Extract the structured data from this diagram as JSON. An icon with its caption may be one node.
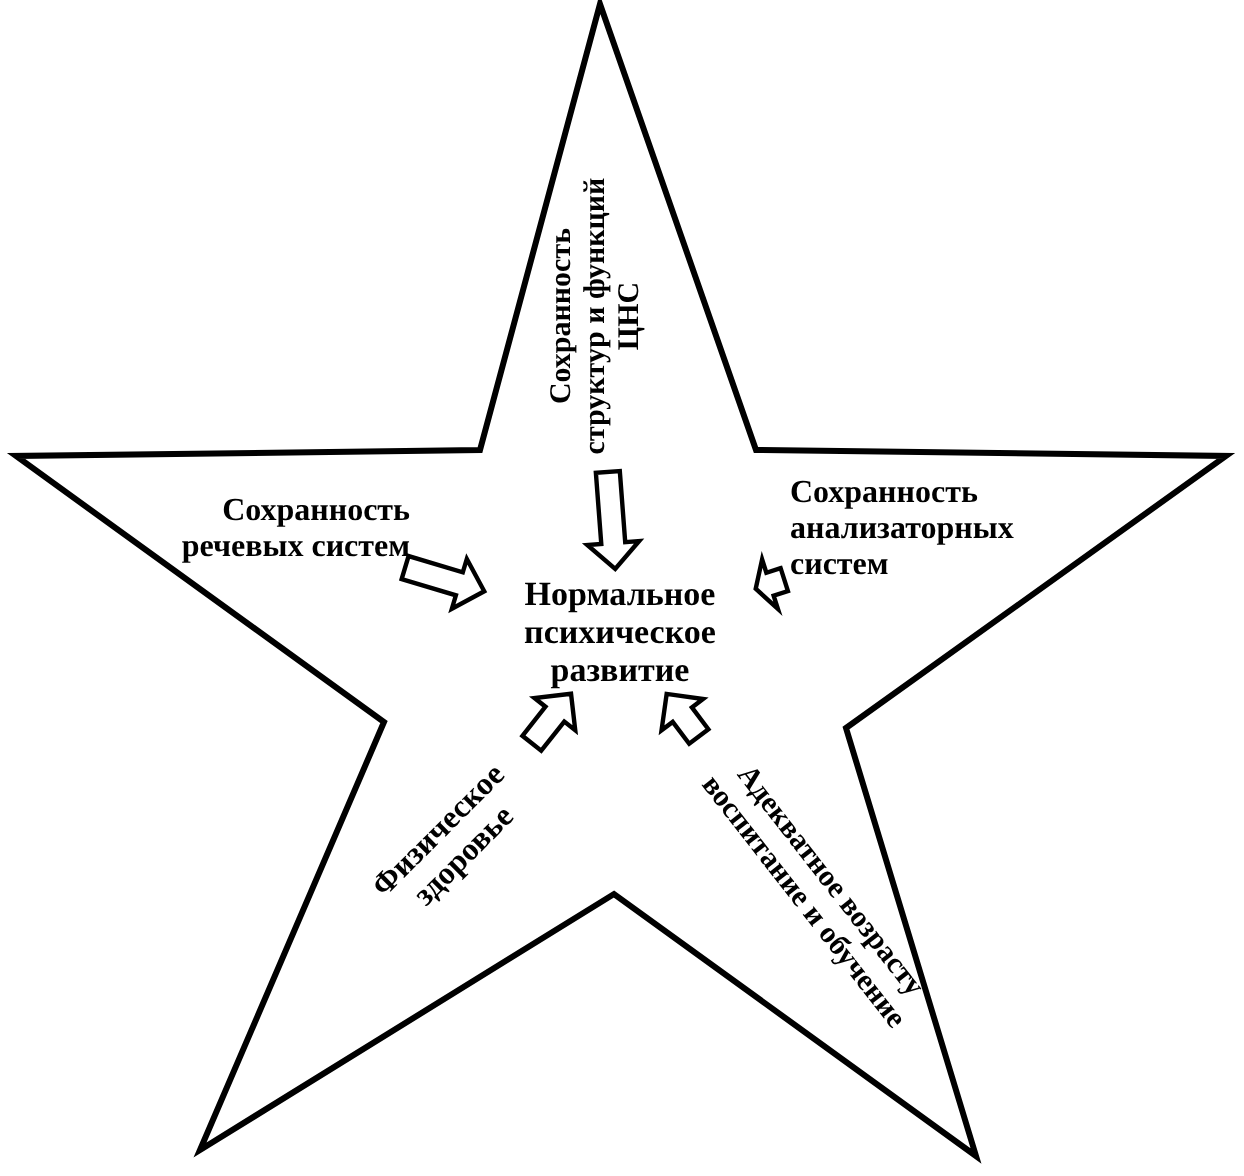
{
  "diagram": {
    "nodes": [
      {
        "text": [
          "Нормальное психическое развитие"
        ]
      },
      {
        "text": [
          "Сохранность структур и функций ЦНС"
        ]
      },
      {
        "text": [
          "Сохранность речевых систем"
        ]
      },
      {
        "text": [
          "Сохранность анализаторных систем"
        ]
      },
      {
        "text": [
          "Физическое здоровье"
        ]
      },
      {
        "text": [
          "Адекватное возрасту воспитание и обучение"
        ]
      }
    ],
    "edges": [
      {
        "from": 1,
        "to": 0,
        "arrow": "to"
      },
      {
        "from": 2,
        "to": 0,
        "arrow": "to"
      },
      {
        "from": 3,
        "to": 0,
        "arrow": "to"
      },
      {
        "from": 4,
        "to": 0,
        "arrow": "to"
      },
      {
        "from": 5,
        "to": 0,
        "arrow": "to"
      }
    ]
  }
}
